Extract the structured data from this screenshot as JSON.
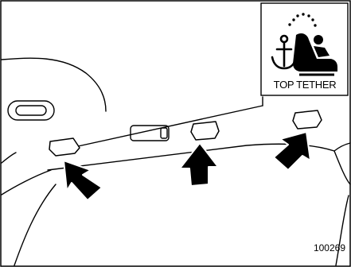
{
  "badge": {
    "caption": "TOP TETHER",
    "icon": "child-seat-anchor-icon"
  },
  "figure_number": "100269",
  "anchors": [
    "left-anchor",
    "center-anchor",
    "right-anchor"
  ],
  "colors": {
    "line": "#000000",
    "arrow_fill": "#000000",
    "background": "#ffffff"
  }
}
